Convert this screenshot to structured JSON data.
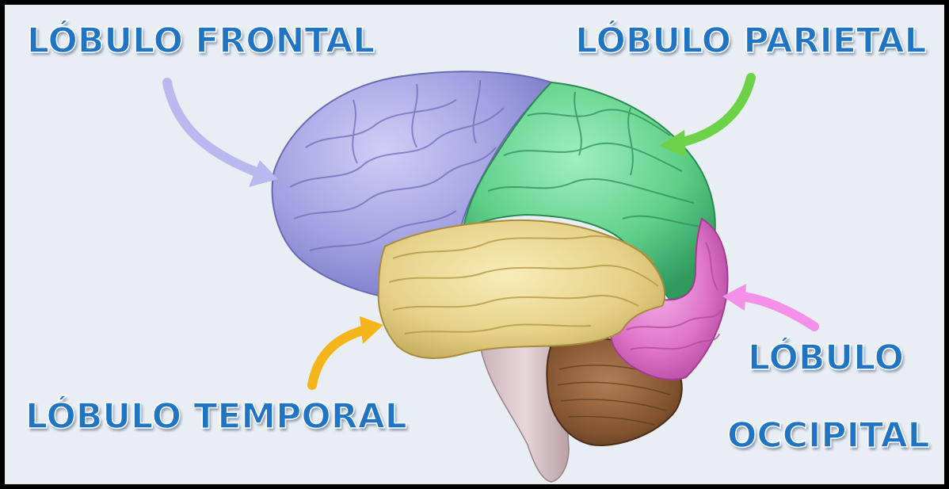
{
  "labels": {
    "frontal": "LÓBULO FRONTAL",
    "parietal": "LÓBULO PARIETAL",
    "temporal": "LÓBULO TEMPORAL",
    "occipital_line1": "LÓBULO",
    "occipital_line2": "OCCIPITAL"
  },
  "colors": {
    "frontal": "#a9a8e6",
    "parietal": "#5fcf8a",
    "temporal": "#e8d58a",
    "occipital": "#e27bcf",
    "cerebellum": "#8a5a3a",
    "brainstem": "#d9c4c8",
    "text": "#1f74c4",
    "arrow_frontal": "#b9b9f0",
    "arrow_parietal": "#6dd24a",
    "arrow_temporal": "#f3b51a",
    "arrow_occipital": "#f490ea"
  }
}
